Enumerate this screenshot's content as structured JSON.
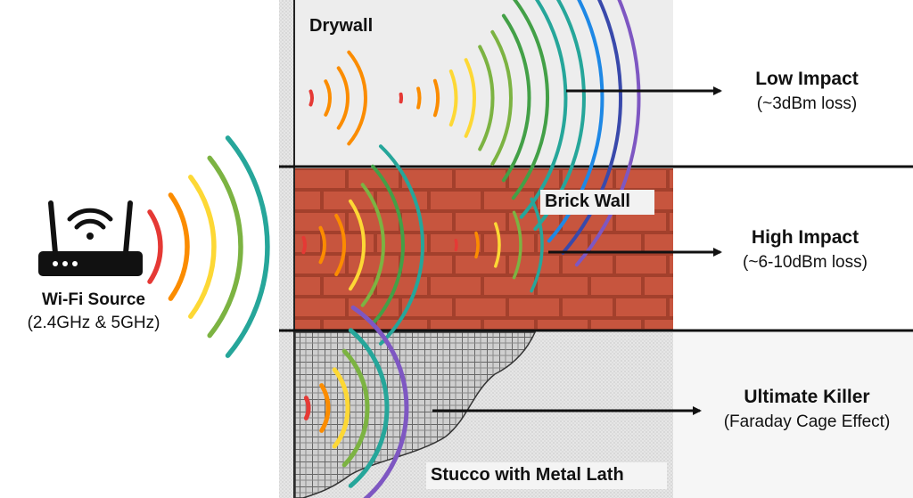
{
  "source": {
    "title": "Wi-Fi Source",
    "subtitle": "(2.4GHz & 5GHz)"
  },
  "materials": [
    {
      "label": "Drywall",
      "impact_title": "Low Impact",
      "impact_detail": "(~3dBm loss)"
    },
    {
      "label": "Brick Wall",
      "impact_title": "High Impact",
      "impact_detail": "(~6-10dBm loss)"
    },
    {
      "label": "Stucco with Metal Lath",
      "impact_title": "Ultimate Killer",
      "impact_detail": "(Faraday Cage Effect)"
    }
  ],
  "colors": {
    "wave_spectrum": [
      "#e53935",
      "#fb8c00",
      "#fdd835",
      "#7cb342",
      "#43a047",
      "#26a69a",
      "#1e88e5",
      "#3949ab",
      "#7e57c2"
    ],
    "brick": "#c7553e",
    "mortar": "#a3402c",
    "drywall": "#ececec",
    "stucco": "#d9d9d9",
    "lath": "#7a7a7a",
    "arrow": "#111111",
    "router": "#111111"
  }
}
